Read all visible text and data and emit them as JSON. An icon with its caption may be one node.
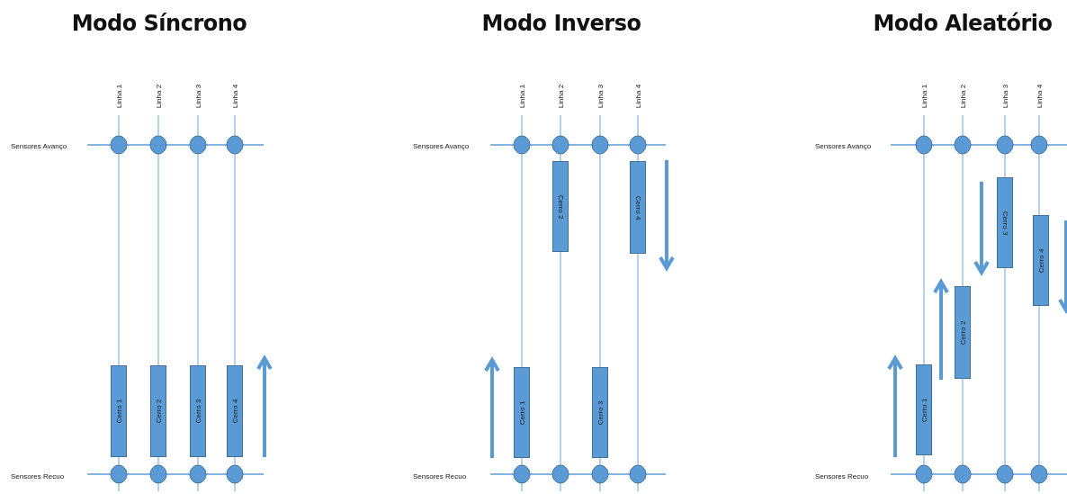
{
  "diagram": {
    "nodes": [
      {
        "text": [
          "Cerro 1"
        ]
      },
      {
        "text": [
          "Cerro 2"
        ]
      },
      {
        "text": [
          "Cerro 3"
        ]
      },
      {
        "text": [
          "Cerro 4"
        ]
      },
      {
        "text": [
          "Cerro 1"
        ]
      },
      {
        "text": [
          "Cerro 2"
        ]
      },
      {
        "text": [
          "Cerro 3"
        ]
      },
      {
        "text": [
          "Cerro 4"
        ]
      },
      {
        "text": [
          "Cerro 1"
        ]
      },
      {
        "text": [
          "Cerro 2"
        ]
      },
      {
        "text": [
          "Cerro 3"
        ]
      },
      {
        "text": [
          "Cerro 4"
        ]
      }
    ],
    "labels": [
      "Modo Síncrono",
      "Modo Inverso",
      "Modo Aleatório",
      "Linha 1",
      "Linha 2",
      "Linha 3",
      "Linha 4",
      "Linha 1",
      "Linha 2",
      "Linha 3",
      "Linha 4",
      "Linha 1",
      "Linha 2",
      "Linha 3",
      "Linha 4",
      "Sensores Avanço",
      "Sensores Avanço",
      "Sensores Avanço",
      "Sensores Recuo",
      "Sensores Recuo",
      "Sensores Recuo"
    ]
  }
}
